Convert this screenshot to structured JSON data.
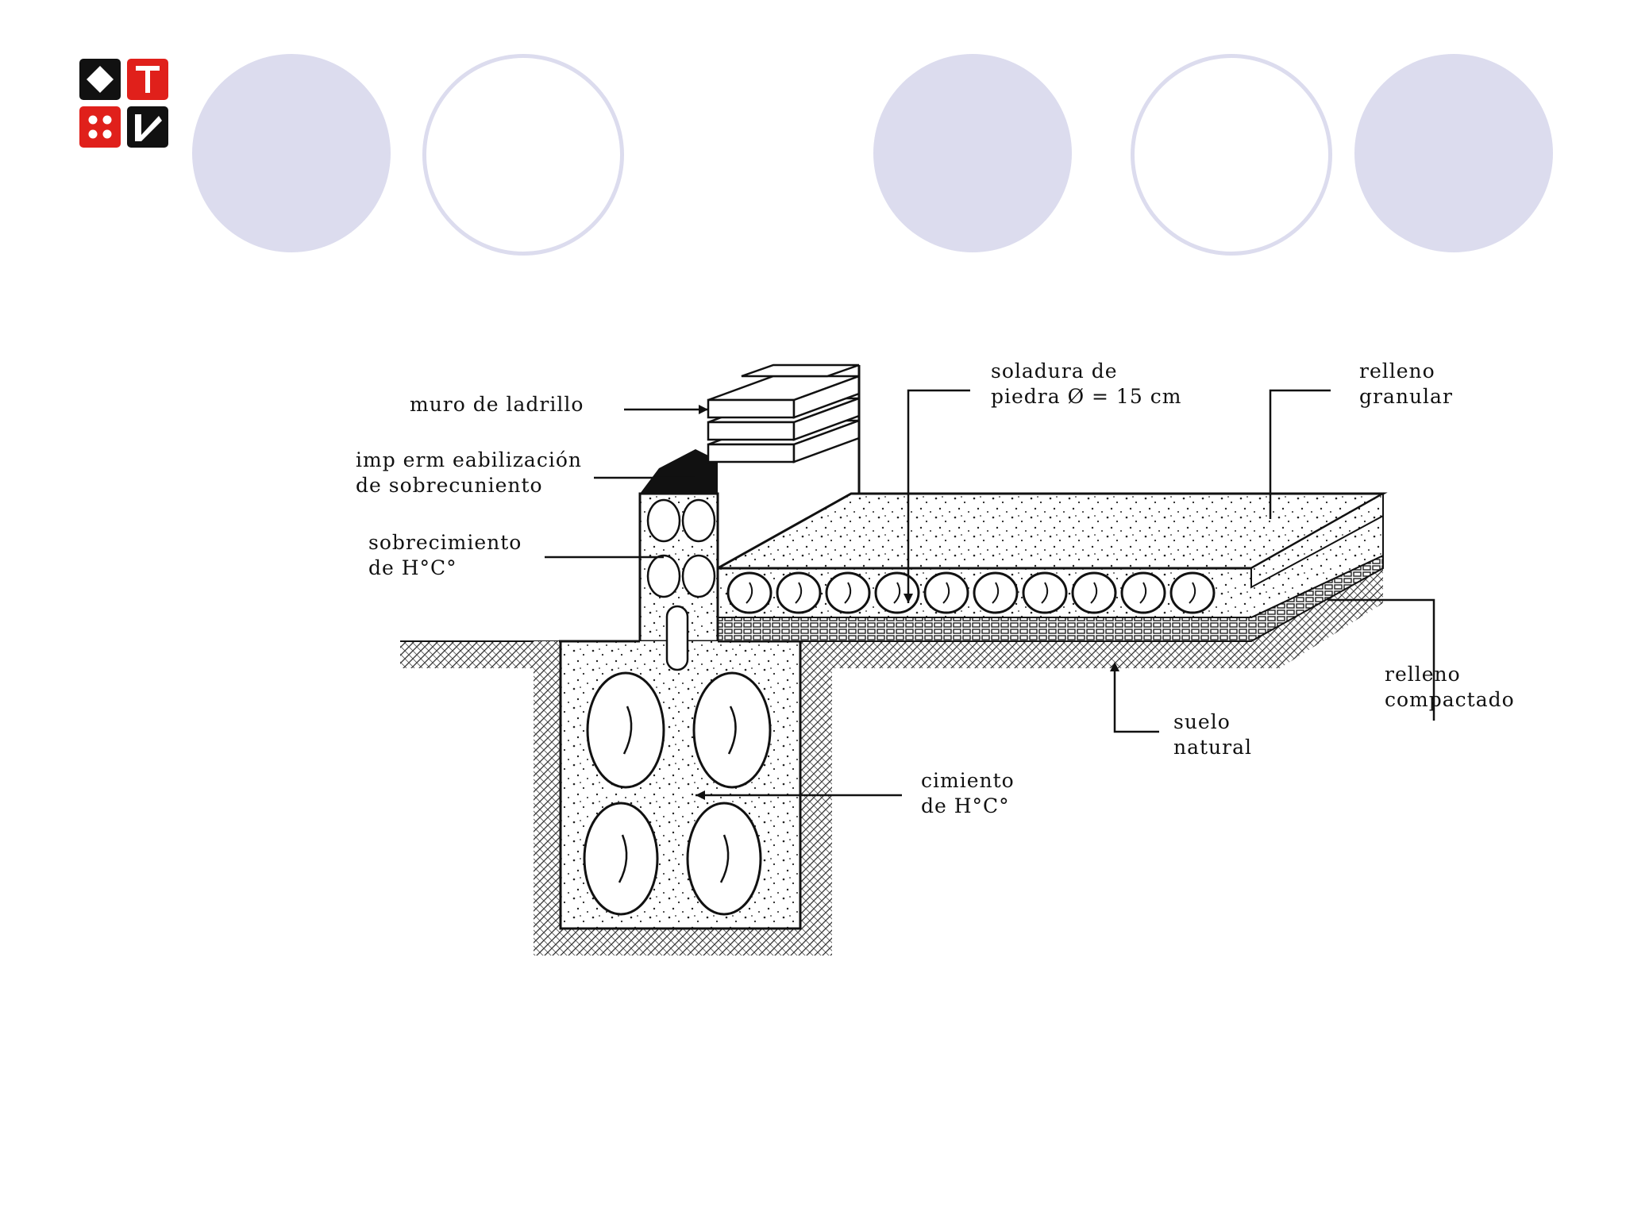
{
  "colors": {
    "circle_fill": "#dcdcee",
    "logo_black": "#111111",
    "logo_red": "#e0201b",
    "ink": "#111111"
  },
  "header": {
    "circles": [
      {
        "style": "filled"
      },
      {
        "style": "outline"
      },
      {
        "style": "filled"
      },
      {
        "style": "outline"
      },
      {
        "style": "filled"
      }
    ],
    "logo_icon": "four-square-logo-icon"
  },
  "diagram": {
    "labels": {
      "muro": "muro de ladrillo",
      "imper_1": "imp erm eabilización",
      "imper_2": "de sobrecuniento",
      "sobre_1": "sobrecimiento",
      "sobre_2": "de H°C°",
      "solad_1": "soladura de",
      "solad_2": "piedra Ø = 15 cm",
      "relleno_g_1": "relleno",
      "relleno_g_2": "granular",
      "relleno_c_1": "relleno",
      "relleno_c_2": "compactado",
      "suelo_1": "suelo",
      "suelo_2": "natural",
      "cimiento_1": "cimiento",
      "cimiento_2": "de H°C°"
    }
  }
}
